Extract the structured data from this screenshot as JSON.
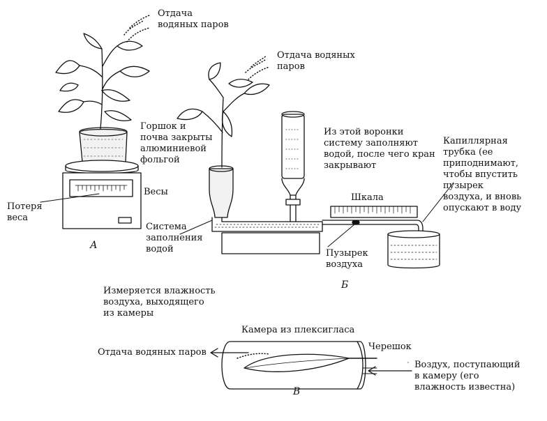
{
  "panel_a": {
    "vapor_label": "Отдача\nводяных паров",
    "pot_label": "Горшок и\nпочва закрыты\nалюминиевой\nфольгой",
    "scale_label": "Весы",
    "weight_loss_label": "Потеря\nвеса",
    "letter": "А"
  },
  "panel_b": {
    "vapor_label": "Отдача водяных\nпаров",
    "funnel_label": "Из этой воронки\nсистему заполняют\nводой, после чего кран\nзакрывают",
    "capillary_label": "Капиллярная\nтрубка (ее\nприподнимают,\nчтобы впустить\nпузырек\nвоздуха, и вновь\nопускают в воду",
    "scale_bar_label": "Шкала",
    "water_system_label": "Система\nзаполнения\nводой",
    "bubble_label": "Пузырек\nвоздуха",
    "letter": "Б"
  },
  "panel_c": {
    "humidity_label": "Измеряется влажность\nвоздуха, выходящего\nиз камеры",
    "chamber_label": "Камера из плексигласа",
    "vapor_out_label": "Отдача водяных паров",
    "petiole_label": "Черешок",
    "air_in_label": "Воздух, поступающий\nв камеру (его\nвлажность известна)",
    "letter": "В"
  }
}
